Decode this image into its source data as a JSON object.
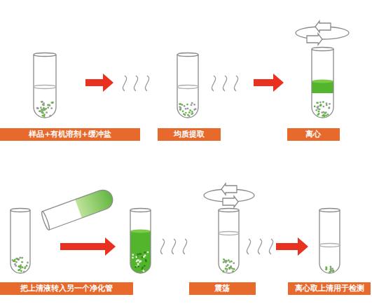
{
  "diagram": {
    "nodes": [
      {
        "text": [
          "样品+有机溶剂+缓冲盐"
        ]
      },
      {
        "text": [
          "均质提取"
        ]
      },
      {
        "text": [
          "离心"
        ]
      },
      {
        "text": [
          "把上清液转入另一个净化管"
        ]
      },
      {
        "text": [
          "震荡"
        ]
      },
      {
        "text": [
          "离心取上清用于检测"
        ]
      }
    ]
  }
}
